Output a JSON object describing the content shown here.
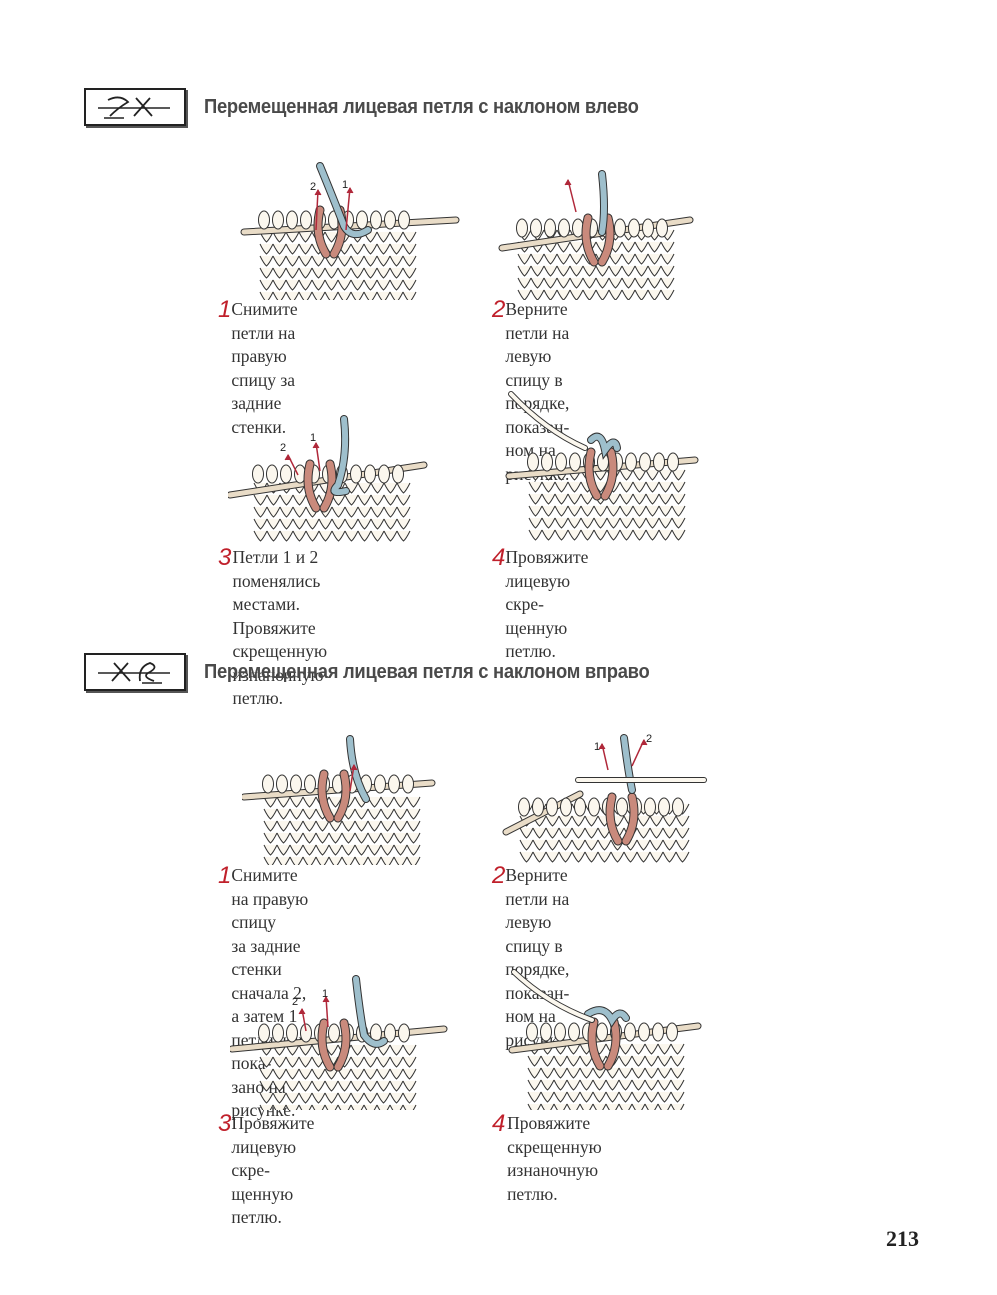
{
  "sections": [
    {
      "title": "Перемещенная лицевая петля с наклоном влево",
      "steps": [
        {
          "num": "1",
          "text": "Снимите петли на правую\nспицу за задние стенки.",
          "labels": [
            "2",
            "1"
          ]
        },
        {
          "num": "2",
          "text": "Верните петли на левую\nспицу в порядке, показан-\nном на рисунке.",
          "labels": []
        },
        {
          "num": "3",
          "text": "Петли 1 и 2 поменялись\nместами. Провяжите\nскрещенную изнаночную\nпетлю.",
          "labels": [
            "2",
            "1"
          ]
        },
        {
          "num": "4",
          "text": "Провяжите лицевую скре-\nщенную петлю.",
          "labels": []
        }
      ]
    },
    {
      "title": "Перемещенная лицевая петля с наклоном вправо",
      "steps": [
        {
          "num": "1",
          "text": "Снимите на правую спицу\nза задние стенки сначала 2,\nа затем 1 петли, как пока-\nзано на рисунке.",
          "labels": []
        },
        {
          "num": "2",
          "text": "Верните петли на левую\nспицу в порядке, показан-\nном на рисунке.",
          "labels": [
            "1",
            "2"
          ]
        },
        {
          "num": "3",
          "text": "Провяжите лицевую скре-\nщенную петлю.",
          "labels": [
            "2",
            "1"
          ]
        },
        {
          "num": "4",
          "text": "Провяжите скрещенную\nизнаночную петлю.",
          "labels": []
        }
      ]
    }
  ],
  "page_number": "213",
  "colors": {
    "pink": "#c98a7c",
    "blue": "#9ebfcc",
    "arrow": "#b0283a",
    "needle": "#e9dcc7",
    "outline": "#333333"
  }
}
